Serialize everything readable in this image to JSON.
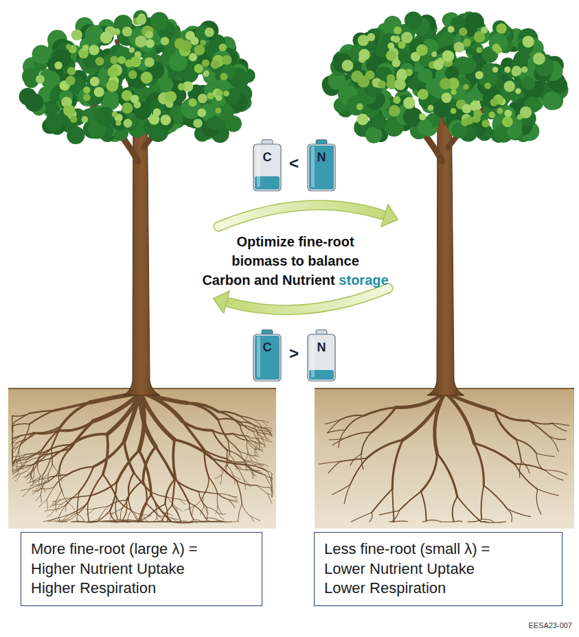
{
  "diagram": {
    "nodes": [
      {
        "text": [
          "C"
        ]
      },
      {
        "text": [
          "N"
        ]
      },
      {
        "text": [
          "C"
        ]
      },
      {
        "text": [
          "N"
        ]
      },
      {
        "text": [
          "More fine-root (large λ) =",
          "Higher Nutrient Uptake",
          "Higher Respiration"
        ]
      },
      {
        "text": [
          "Less fine-root (small λ) =",
          "Lower Nutrient Uptake",
          "Lower Respiration"
        ]
      }
    ],
    "labels": [
      "<",
      ">",
      "Optimize fine-root",
      "biomass to balance",
      "Carbon and Nutrient",
      "storage",
      "EESA23-007"
    ]
  }
}
